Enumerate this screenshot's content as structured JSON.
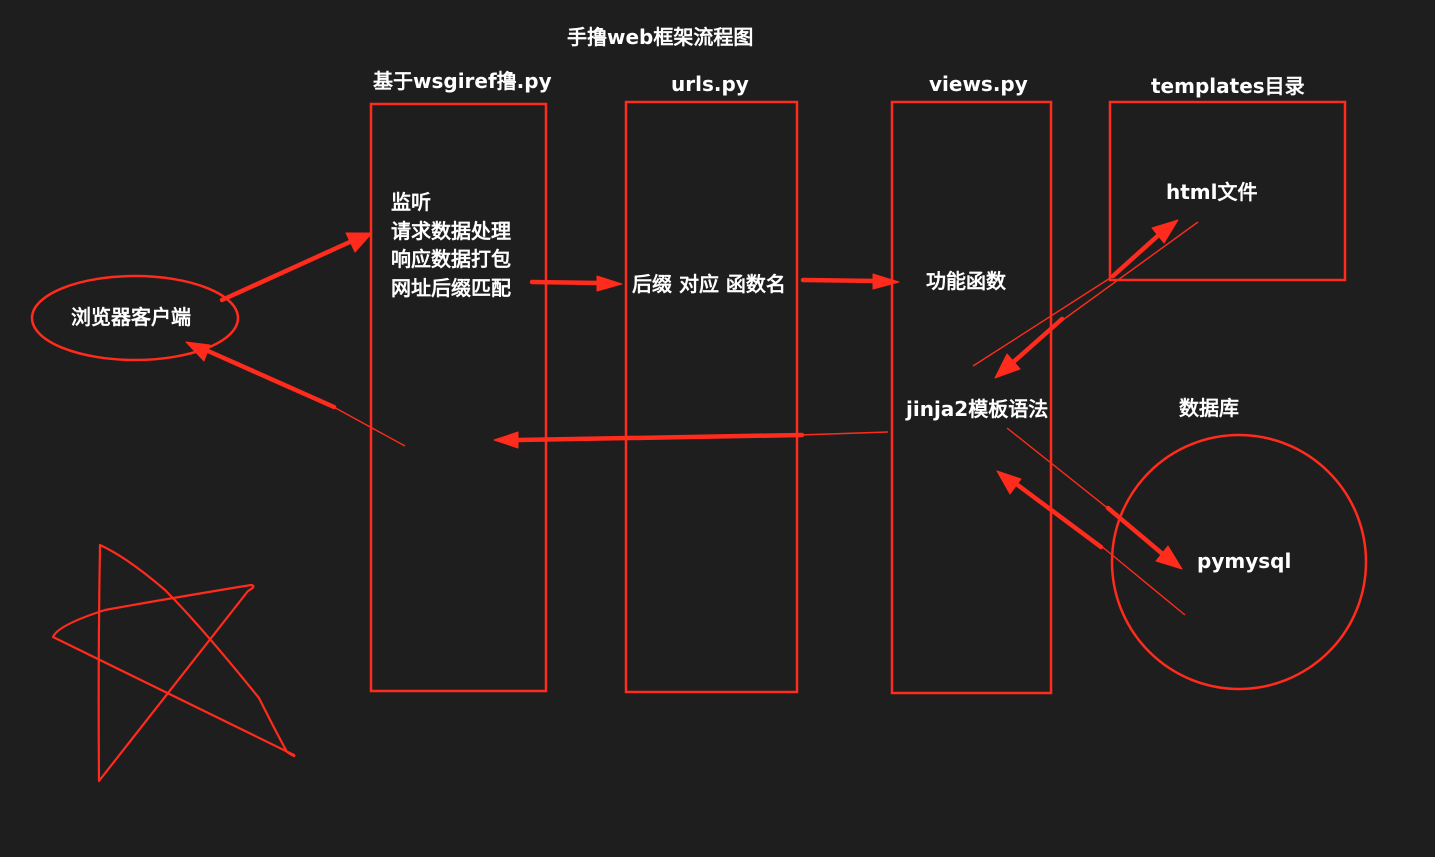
{
  "diagram": {
    "title": "手撸web框架流程图",
    "nodes": {
      "browser": "浏览器客户端",
      "wsgiref": {
        "header": "基于wsgiref撸.py",
        "lines": [
          "监听",
          "请求数据处理",
          "响应数据打包",
          "网址后缀匹配"
        ]
      },
      "urls": {
        "header": "urls.py",
        "body": "后缀 对应 函数名"
      },
      "views": {
        "header": "views.py",
        "func": "功能函数",
        "jinja": "jinja2模板语法"
      },
      "templates": {
        "header": "templates目录",
        "body": "html文件"
      },
      "database": {
        "header": "数据库",
        "body": "pymysql"
      }
    }
  }
}
